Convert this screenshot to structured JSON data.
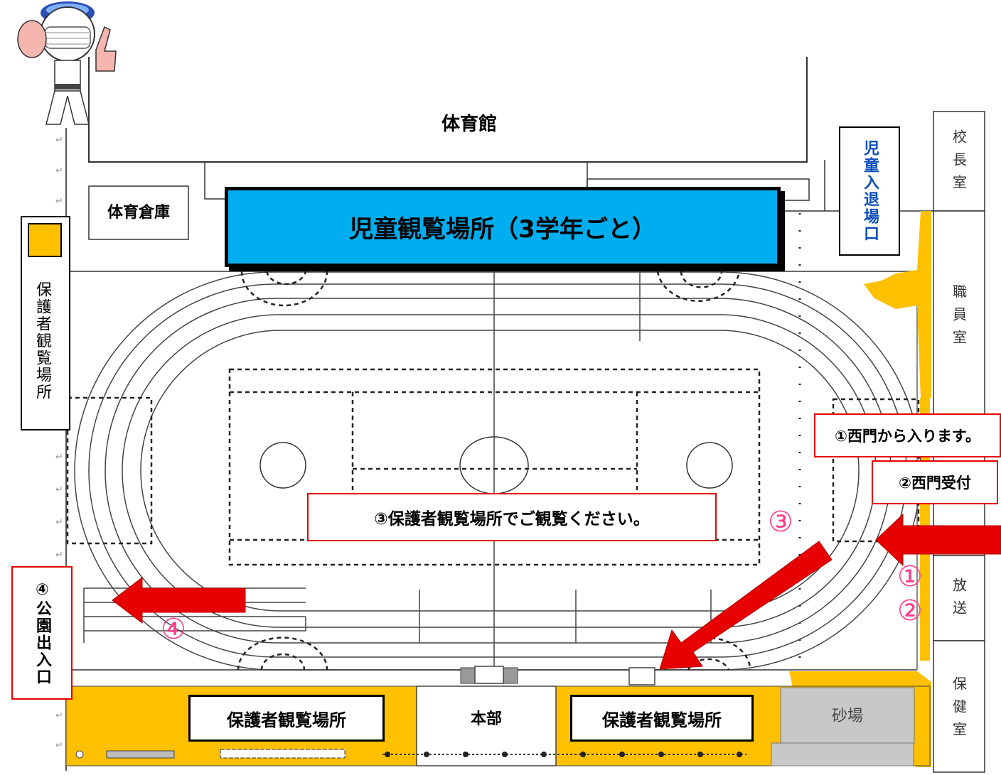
{
  "buildings": {
    "gymnasium": "体育館",
    "storage": "体育倉庫",
    "principal_room": "校長室",
    "staff_room": "職員室",
    "broadcast_room": "放送",
    "health_room": "保健室",
    "headquarters": "本部",
    "sandpit": "砂場"
  },
  "banner": {
    "text": "児童観覧場所（3学年ごと）",
    "color": "#00aeef"
  },
  "children_entrance": "児童入退場口",
  "guardian_area": {
    "legend_label": "保護者観覧場所",
    "color": "#ffc000"
  },
  "guardian_area_bottom_left": "保護者観覧場所",
  "guardian_area_bottom_right": "保護者観覧場所",
  "park_exit": "④公園出入口",
  "steps": {
    "step1": "①西門から入ります。",
    "step2": "②西門受付",
    "step3": "③保護者観覧場所でご観覧ください。"
  },
  "markers": {
    "m1": "①",
    "m2": "②",
    "m3": "③",
    "m4": "④"
  },
  "colors": {
    "arrow": "#e60000",
    "callout_border": "#e60000",
    "marker": "#ff3d8a"
  },
  "icons": [
    "mascot-icon",
    "arrow-left-icon",
    "arrow-diagonal-icon"
  ]
}
